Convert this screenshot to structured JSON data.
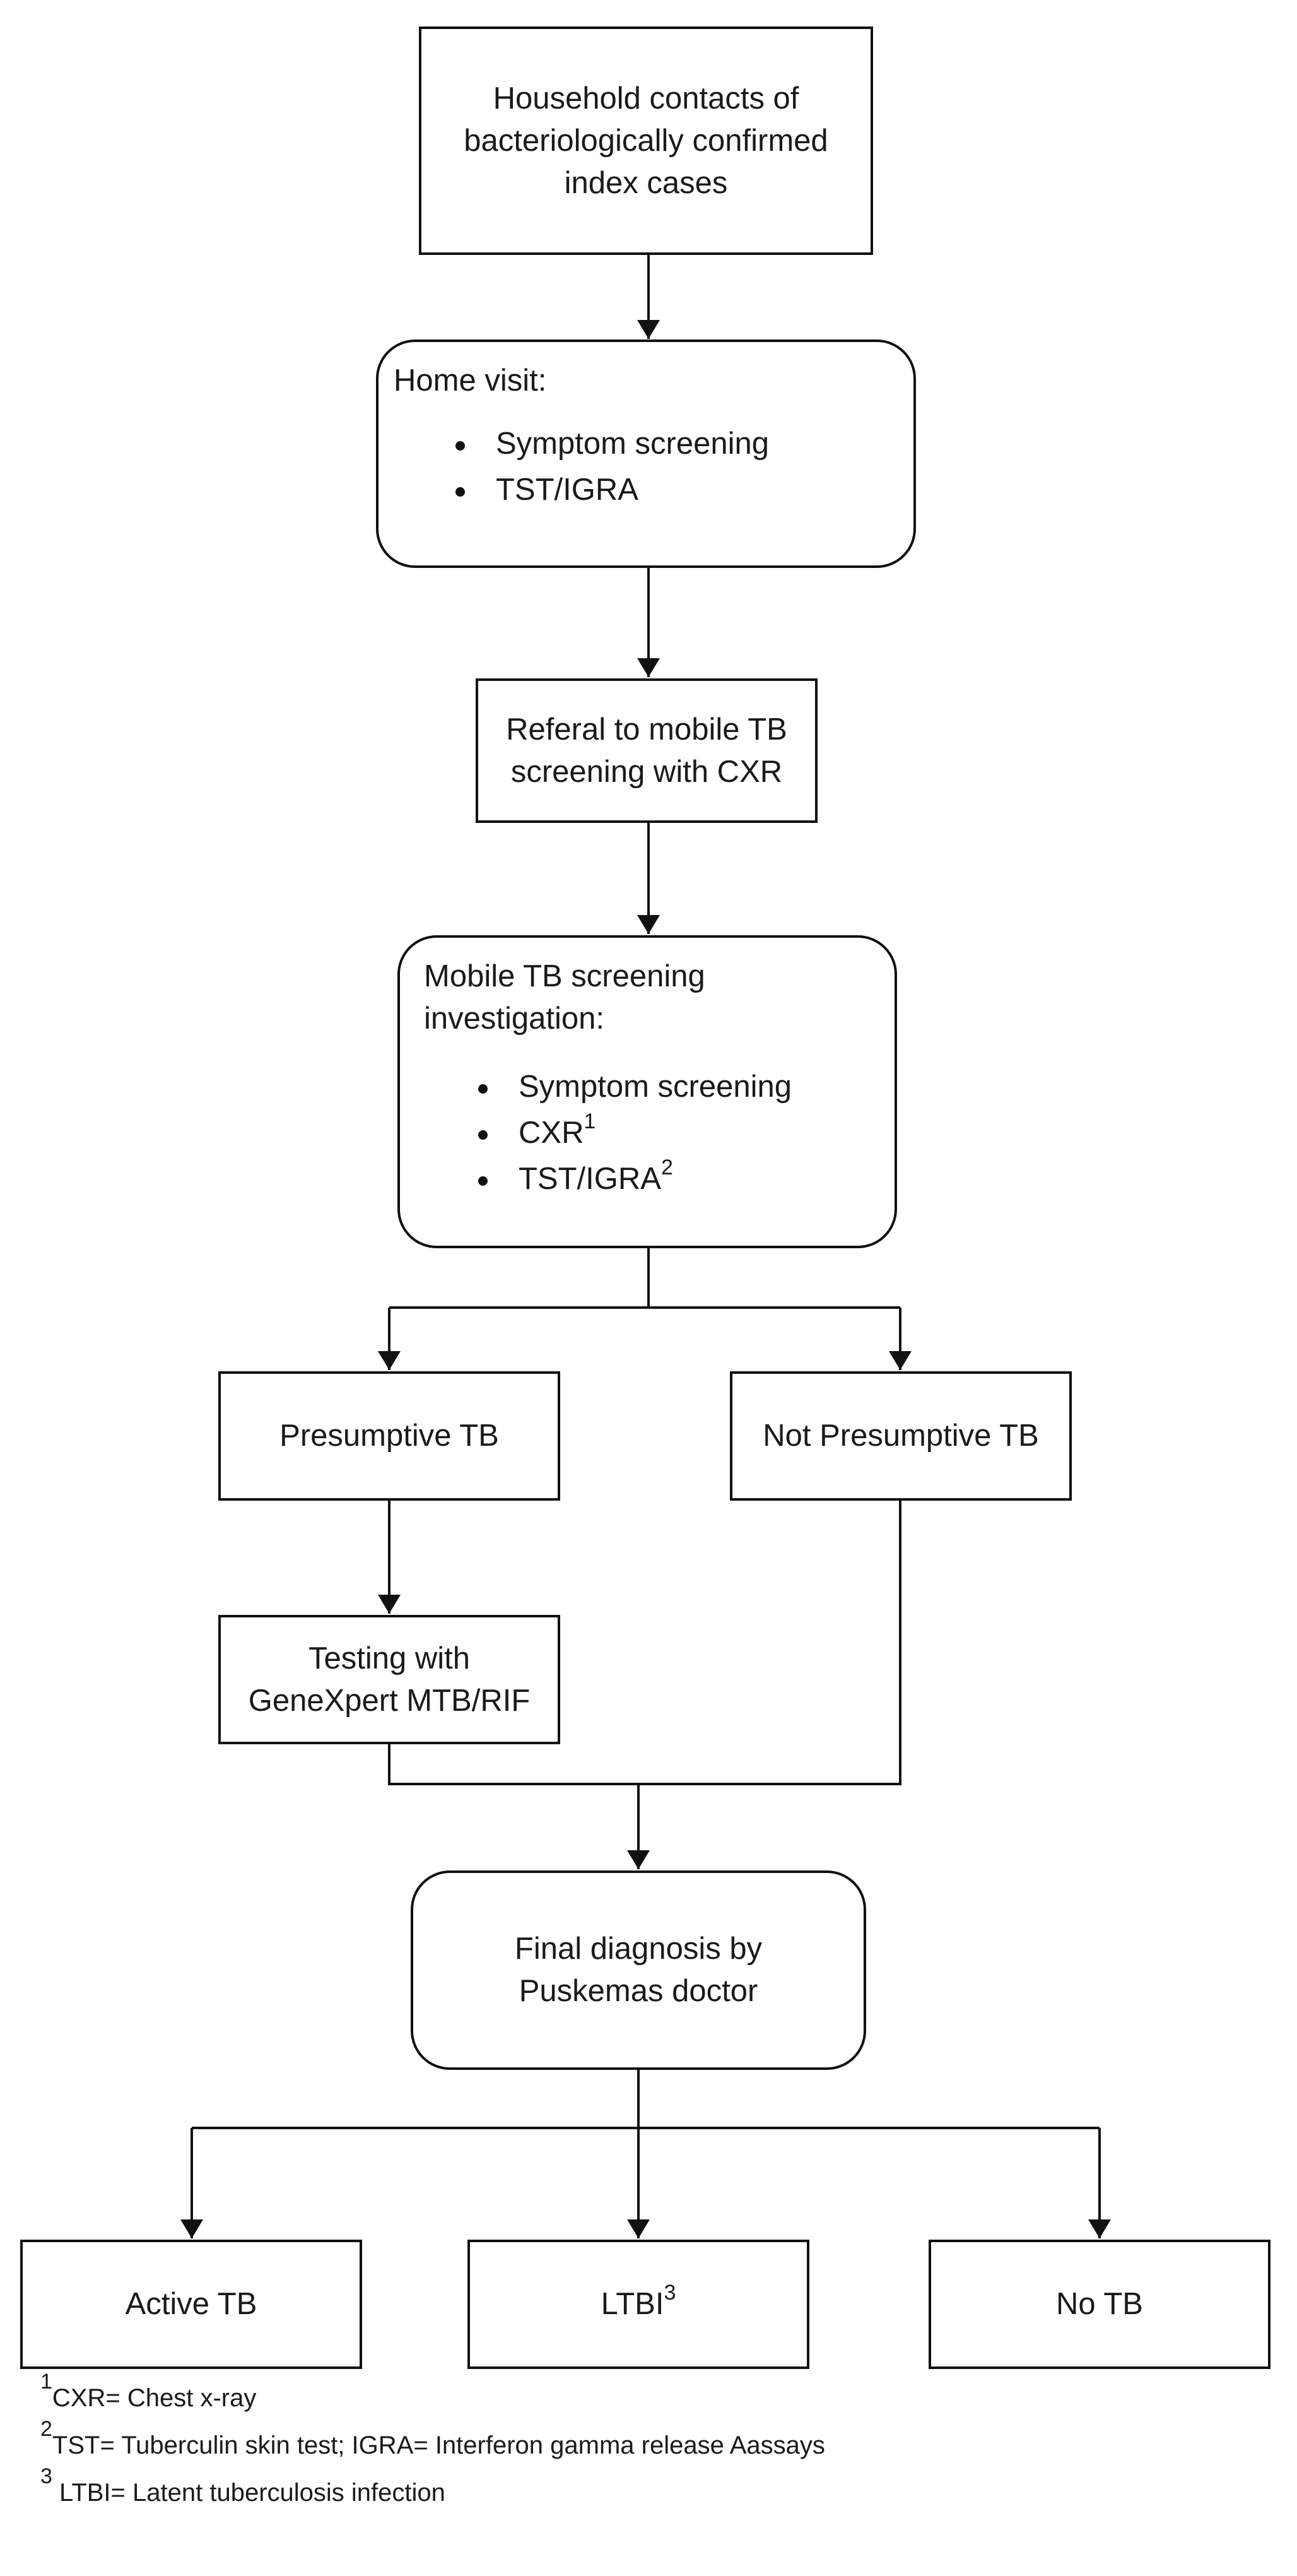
{
  "nodes": {
    "household": {
      "lines": [
        "Household contacts of",
        "bacteriologically confirmed",
        "index cases"
      ]
    },
    "home_visit": {
      "heading": "Home visit:",
      "items": [
        "Symptom screening",
        "TST/IGRA"
      ]
    },
    "referral": {
      "lines": [
        "Referal to mobile TB",
        "screening with CXR"
      ]
    },
    "mobile": {
      "heading_lines": [
        "Mobile TB screening",
        "investigation:"
      ],
      "items": [
        {
          "text": "Symptom screening",
          "sup": ""
        },
        {
          "text": "CXR",
          "sup": "1"
        },
        {
          "text": "TST/IGRA",
          "sup": "2"
        }
      ]
    },
    "presumptive": {
      "label": "Presumptive TB"
    },
    "not_presumptive": {
      "label": "Not Presumptive TB"
    },
    "testing": {
      "lines": [
        "Testing with",
        "GeneXpert MTB/RIF"
      ]
    },
    "final": {
      "lines": [
        "Final diagnosis by",
        "Puskemas doctor"
      ]
    },
    "active": {
      "label": "Active TB"
    },
    "ltbi": {
      "label": "LTBI",
      "sup": "3"
    },
    "no_tb": {
      "label": "No TB"
    }
  },
  "footnotes": [
    {
      "num": "1",
      "text": "CXR= Chest x-ray"
    },
    {
      "num": "2",
      "text": "TST= Tuberculin skin test; IGRA= Interferon gamma release Aassays"
    },
    {
      "num": "3",
      "text": " LTBI= Latent tuberculosis infection"
    }
  ],
  "colors": {
    "stroke": "#111111",
    "text": "#1a1a1a",
    "background": "#ffffff"
  }
}
